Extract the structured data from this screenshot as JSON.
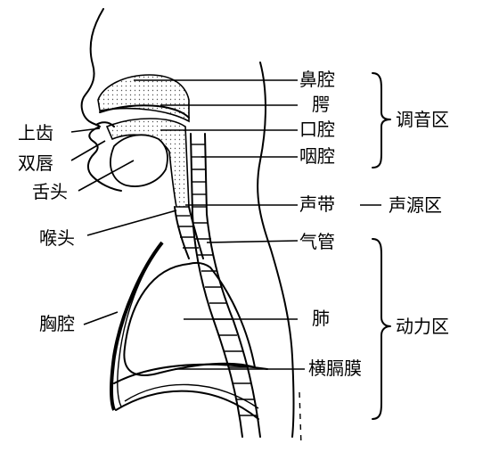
{
  "organ_labels": {
    "nasal_cavity": "鼻腔",
    "palate": "腭",
    "oral_cavity": "口腔",
    "pharynx": "咽腔",
    "vocal_cords": "声带",
    "trachea": "气管",
    "lungs": "肺",
    "diaphragm": "横膈膜",
    "upper_teeth": "上齿",
    "lips": "双唇",
    "tongue": "舌头",
    "larynx": "喉头",
    "chest_cavity": "胸腔"
  },
  "zone_labels": {
    "articulation": "调音区",
    "voice_source": "声源区",
    "power": "动力区"
  },
  "colors": {
    "ink": "#000000",
    "background": "#ffffff",
    "stipple": "#555555"
  }
}
